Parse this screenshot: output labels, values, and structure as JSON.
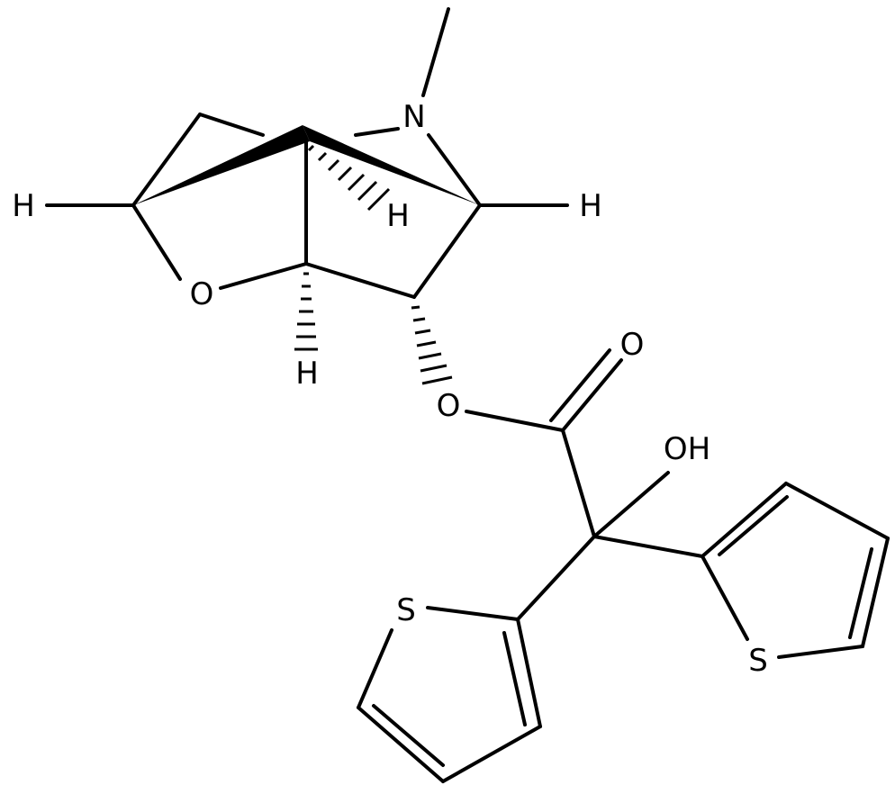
{
  "atoms": {
    "N": "N",
    "O_ring": "O",
    "O_ester": "O",
    "O_carbonyl": "O",
    "OH": "OH",
    "S_left": "S",
    "S_right": "S",
    "H_left": "H",
    "H_right": "H",
    "H_center": "H",
    "H_bottom": "H"
  },
  "colors": {
    "ink": "#000000",
    "background": "#ffffff"
  }
}
